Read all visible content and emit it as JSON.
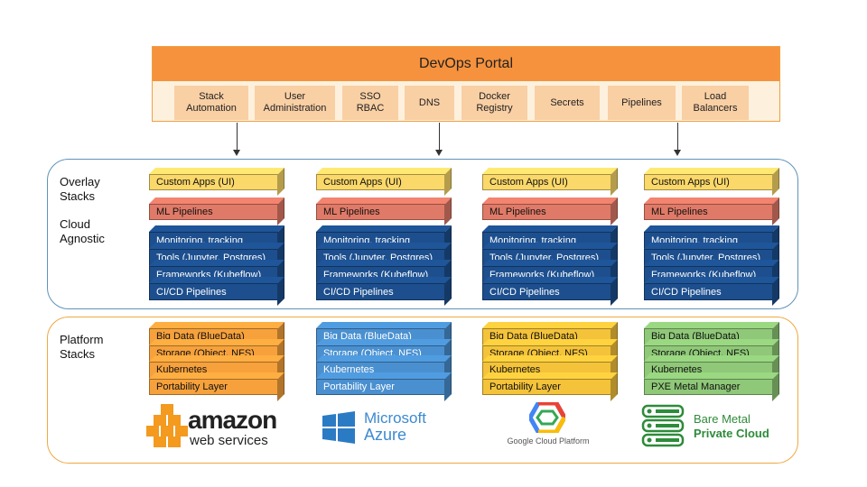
{
  "portal": {
    "title": "DevOps Portal",
    "items": [
      "Stack\nAutomation",
      "User\nAdministration",
      "SSO\nRBAC",
      "DNS",
      "Docker\nRegistry",
      "Secrets",
      "Pipelines",
      "Load\nBalancers"
    ]
  },
  "overlay": {
    "label_top": "Overlay\nStacks",
    "label_bottom": "Cloud\nAgnostic",
    "layers": [
      "Custom Apps (UI)",
      "ML Pipelines",
      "Monitoring, tracking",
      "Tools (Jupyter, Postgres)",
      "Frameworks (Kubeflow)",
      "CI/CD Pipelines"
    ]
  },
  "platform": {
    "label": "Platform\nStacks",
    "stacks": [
      {
        "layers": [
          "Big Data (BlueData)",
          "Storage (Object, NFS)",
          "Kubernetes",
          "Portability Layer"
        ],
        "color": "#f6a13c"
      },
      {
        "layers": [
          "Big Data (BlueData)",
          "Storage (Object, NFS)",
          "Kubernetes",
          "Portability Layer"
        ],
        "color": "#4a90d0"
      },
      {
        "layers": [
          "Big Data (BlueData)",
          "Storage (Object, NFS)",
          "Kubernetes",
          "Portability Layer"
        ],
        "color": "#f4c33a"
      },
      {
        "layers": [
          "Big Data (BlueData)",
          "Storage (Object, NFS)",
          "Kubernetes",
          "PXE Metal Manager"
        ],
        "color": "#8fc878"
      }
    ]
  },
  "logos": {
    "amazon": {
      "word1": "amazon",
      "word2": "web services"
    },
    "azure": {
      "word1": "Microsoft",
      "word2": "Azure"
    },
    "google": {
      "text": "Google Cloud Platform"
    },
    "baremetal": {
      "line1": "Bare Metal",
      "line2": "Private Cloud"
    }
  },
  "colors": {
    "portal_header": "#f6923d",
    "portal_item": "#f9cfa4",
    "custom_apps": "#fad86a",
    "ml_pipelines": "#e07a68",
    "dark_blue": "#1d4f8e",
    "overlay_border": "#5f93b8",
    "platform_border": "#f0a840"
  }
}
